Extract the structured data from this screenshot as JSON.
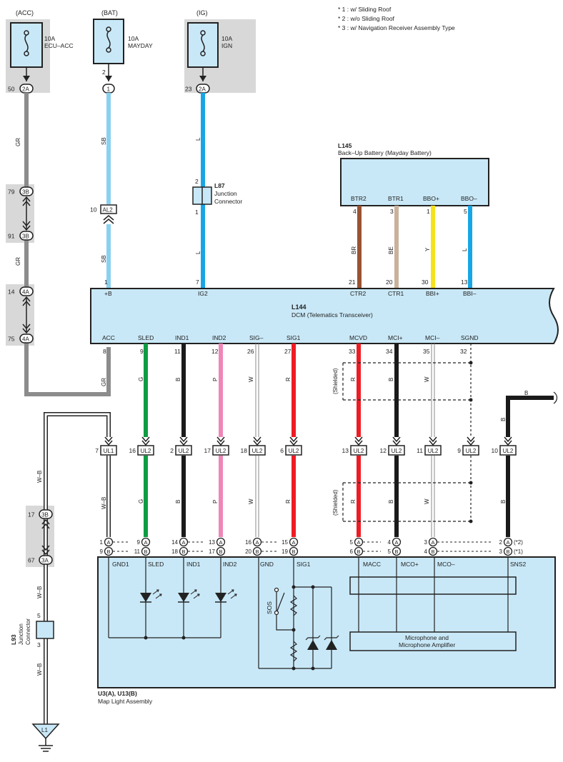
{
  "notes": [
    "* 1 : w/ Sliding Roof",
    "* 2 : w/o Sliding Roof",
    "* 3 : w/ Navigation Receiver Assembly Type"
  ],
  "fuses": [
    {
      "source": "(ACC)",
      "rating": "10A",
      "name": "ECU–ACC",
      "pin": "50",
      "conn": "2A"
    },
    {
      "source": "(BAT)",
      "rating": "10A",
      "name": "MAYDAY",
      "pin": "2",
      "conn": "1"
    },
    {
      "source": "(IG)",
      "rating": "10A",
      "name": "IGN",
      "pin": "23",
      "conn": "2A"
    }
  ],
  "junctions": [
    {
      "top": "79",
      "top_conn": "3B",
      "bot": "91",
      "bot_conn": "3B"
    },
    {
      "top": "14",
      "top_conn": "4A",
      "bot": "75",
      "bot_conn": "4A"
    },
    {
      "top": "17",
      "top_conn": "3B",
      "bot": "67",
      "bot_conn": "3A"
    }
  ],
  "al2": {
    "pin": "10",
    "label": "AL2"
  },
  "l87": {
    "id": "L87",
    "line1": "Junction",
    "line2": "Connector",
    "pin_top": "2",
    "pin_bot": "1"
  },
  "l145": {
    "id": "L145",
    "name": "Back–Up Battery (Mayday Battery)",
    "terminals": [
      {
        "label": "BTR2",
        "pin": "4",
        "color": "BR",
        "dcm_pin": "21",
        "dcm_label": "CTR2",
        "hex": "#9a5232"
      },
      {
        "label": "BTR1",
        "pin": "3",
        "color": "BE",
        "dcm_pin": "20",
        "dcm_label": "CTR1",
        "hex": "#c8b29c"
      },
      {
        "label": "BBO+",
        "pin": "1",
        "color": "Y",
        "dcm_pin": "30",
        "dcm_label": "BBI+",
        "hex": "#f5e21d"
      },
      {
        "label": "BBO–",
        "pin": "5",
        "color": "L",
        "dcm_pin": "13",
        "dcm_label": "BBI–",
        "hex": "#17a6e6"
      }
    ]
  },
  "l144": {
    "id": "L144",
    "name": "DCM (Telematics Transceiver)",
    "top_terminals": [
      {
        "label": "+B",
        "pin": "1"
      },
      {
        "label": "IG2",
        "pin": "7"
      }
    ],
    "bottom_terminals": [
      {
        "label": "ACC",
        "pin": "8"
      },
      {
        "label": "SLED",
        "pin": "9"
      },
      {
        "label": "IND1",
        "pin": "11"
      },
      {
        "label": "IND2",
        "pin": "12"
      },
      {
        "label": "SIG–",
        "pin": "26"
      },
      {
        "label": "SIG1",
        "pin": "27"
      },
      {
        "label": "MCVD",
        "pin": "33"
      },
      {
        "label": "MCI+",
        "pin": "34"
      },
      {
        "label": "MCI–",
        "pin": "35"
      },
      {
        "label": "SGND",
        "pin": "32"
      }
    ]
  },
  "wire_colors": {
    "acc_top": "GR",
    "acc_mid": "GR",
    "bat_top": "SB",
    "bat_bot": "SB",
    "ig_top": "L",
    "ig_bot": "L",
    "acc_low": "GR",
    "sled": "G",
    "ind1": "B",
    "ind2": "P",
    "sigm": "W",
    "sig1": "R",
    "mcvd": "R",
    "mcip": "B",
    "mcim": "W",
    "sb": "B",
    "sb2": "B",
    "wb1": "W–B",
    "wb2": "W–B",
    "wb3": "W–B",
    "wb4": "W–B",
    "low_ul1": "W–B",
    "low_sled": "G",
    "low_ind1": "B",
    "low_ind2": "P",
    "low_sigm": "W",
    "low_sig1": "R",
    "low_mcvd": "R",
    "low_mcip": "B",
    "low_mcim": "W",
    "low_sns2": "B"
  },
  "shielded": "(Shielded)",
  "ul_connectors": [
    {
      "pin": "7",
      "label": "UL1"
    },
    {
      "pin": "16",
      "label": "UL2"
    },
    {
      "pin": "2",
      "label": "UL2"
    },
    {
      "pin": "17",
      "label": "UL2"
    },
    {
      "pin": "18",
      "label": "UL2"
    },
    {
      "pin": "6",
      "label": "UL2"
    },
    {
      "pin": "13",
      "label": "UL2"
    },
    {
      "pin": "12",
      "label": "UL2"
    },
    {
      "pin": "11",
      "label": "UL2"
    },
    {
      "pin": "9",
      "label": "UL2"
    },
    {
      "pin": "10",
      "label": "UL2"
    }
  ],
  "map_pins": {
    "a_row": [
      {
        "left": "1",
        "right": "9"
      },
      {
        "left": "14",
        "right": "13"
      },
      {
        "left": "16",
        "right": "15"
      },
      {
        "left": "5",
        "right": "4"
      },
      {
        "left": "3",
        "right": "2"
      }
    ],
    "b_row": [
      {
        "left": "9",
        "right": "11"
      },
      {
        "left": "18",
        "right": "17"
      },
      {
        "left": "20",
        "right": "19"
      },
      {
        "left": "6",
        "right": "5"
      },
      {
        "left": "4",
        "right": "3"
      }
    ],
    "note_a": "(*2)",
    "note_b": "(*1)"
  },
  "map_terminals": [
    "GND1",
    "SLED",
    "IND1",
    "IND2",
    "GND",
    "SIG1",
    "MACC",
    "MCO+",
    "MCO–",
    "SNS2"
  ],
  "sos": "SOS",
  "mic": {
    "line1": "Microphone and",
    "line2": "Microphone Amplifier"
  },
  "u3": {
    "id": "U3(A), U13(B)",
    "name": "Map Light Assembly"
  },
  "l93": {
    "id": "L93",
    "line1": "Junction",
    "line2": "Connector",
    "pin_top": "5",
    "pin_bot": "3"
  },
  "ground": {
    "label": "L1"
  },
  "colors": {
    "box_fill": "#c9e8f7",
    "gray_band": "#d8d8d8",
    "stroke": "#222222"
  }
}
